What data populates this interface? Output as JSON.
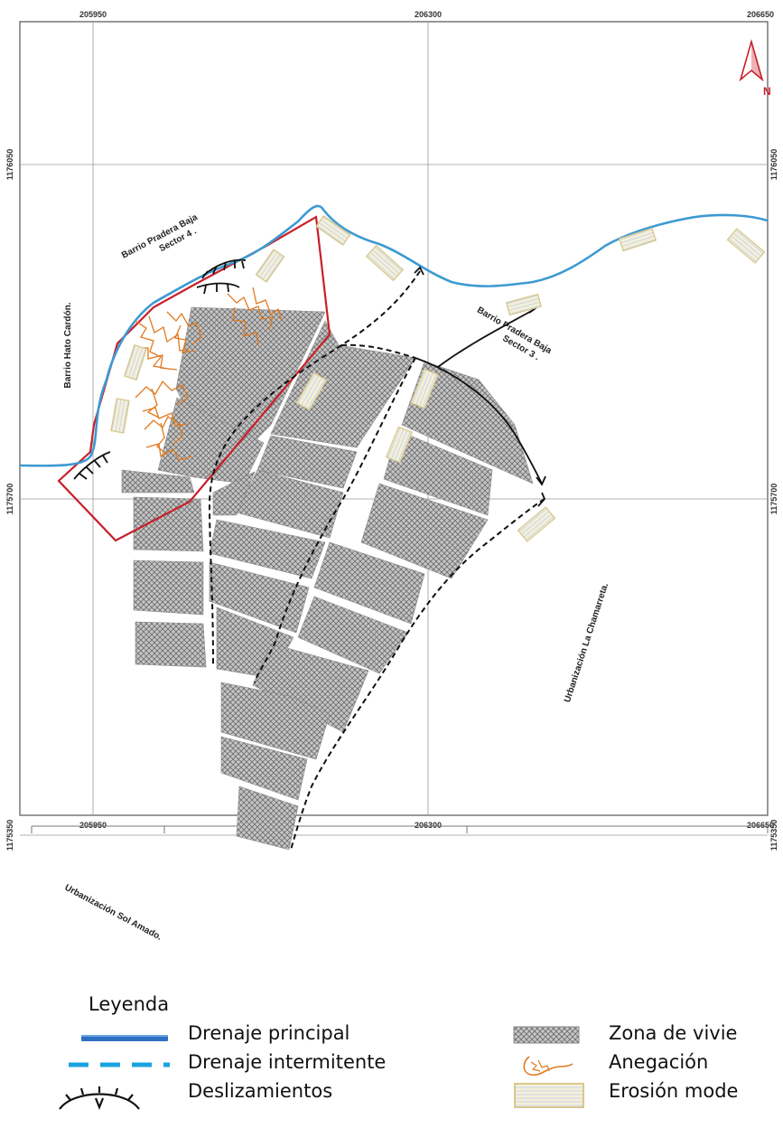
{
  "map": {
    "grid": {
      "easting_top": [
        "205950",
        "206300",
        "206650"
      ],
      "easting_bottom": [
        "205950",
        "206300",
        "206650"
      ],
      "northing_left": [
        "1176050",
        "1175700",
        "1175350"
      ],
      "northing_right": [
        "1176050",
        "1175700",
        "1175350"
      ]
    },
    "north_arrow": {
      "label": "N"
    },
    "places": {
      "pradera_baja_4_line1": "Barrio Pradera Baja",
      "pradera_baja_4_line2": "Sector 4 .",
      "hato_cardon": "Barrio Hato Cardón.",
      "pradera_baja_3_line1": "Barrio Pradera Baja",
      "pradera_baja_3_line2": "Sector 3 .",
      "la_chamarreta": "Urbanización La Chamarreta.",
      "sol_amado": "Urbanización Sol Amado."
    },
    "colors": {
      "main_drainage": "#3d9ad1",
      "intermittent_drainage": "#111111",
      "risk_zone": "#c8202a",
      "waterlogging": "#e07a1f",
      "housing_fill": "#b5b5b5",
      "erosion_fill": "#f3ecd3",
      "erosion_border": "#d9c88a"
    }
  },
  "legend": {
    "title": "Leyenda",
    "items": [
      {
        "label": "Drenaje principal",
        "icon": "solid-blue-line-icon"
      },
      {
        "label": "Drenaje intermitente",
        "icon": "dashed-blue-line-icon"
      },
      {
        "label": "Deslizamientos",
        "icon": "landslide-scarp-icon"
      },
      {
        "label": "Zona de vivie",
        "icon": "crosshatch-pattern-icon"
      },
      {
        "label": "Anegación",
        "icon": "waterlogging-icon"
      },
      {
        "label": "Erosión mode",
        "icon": "erosion-pattern-icon"
      }
    ]
  }
}
